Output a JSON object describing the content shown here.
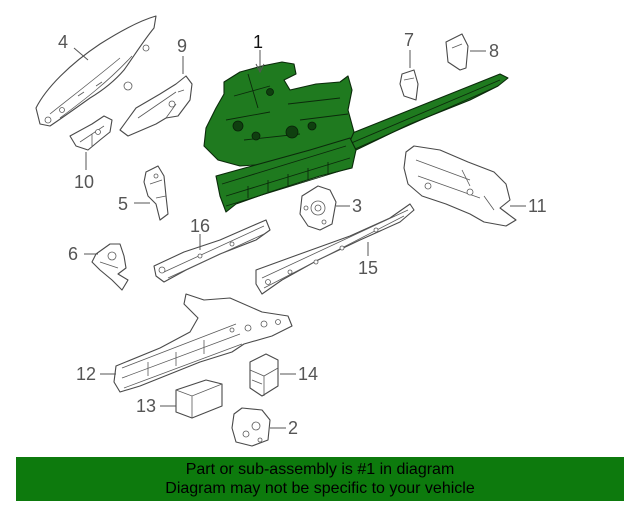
{
  "callouts": {
    "c1": "1",
    "c2": "2",
    "c3": "3",
    "c4": "4",
    "c5": "5",
    "c6": "6",
    "c7": "7",
    "c8": "8",
    "c9": "9",
    "c10": "10",
    "c11": "11",
    "c12": "12",
    "c13": "13",
    "c14": "14",
    "c15": "15",
    "c16": "16"
  },
  "highlighted_part": "1",
  "colors": {
    "highlight": "#1f7a1f",
    "banner": "#0d7a0d",
    "outline": "#4a4a4a"
  },
  "banner": {
    "line1": "Part or sub-assembly is #1 in diagram",
    "line2": "Diagram may not be specific to your vehicle"
  }
}
